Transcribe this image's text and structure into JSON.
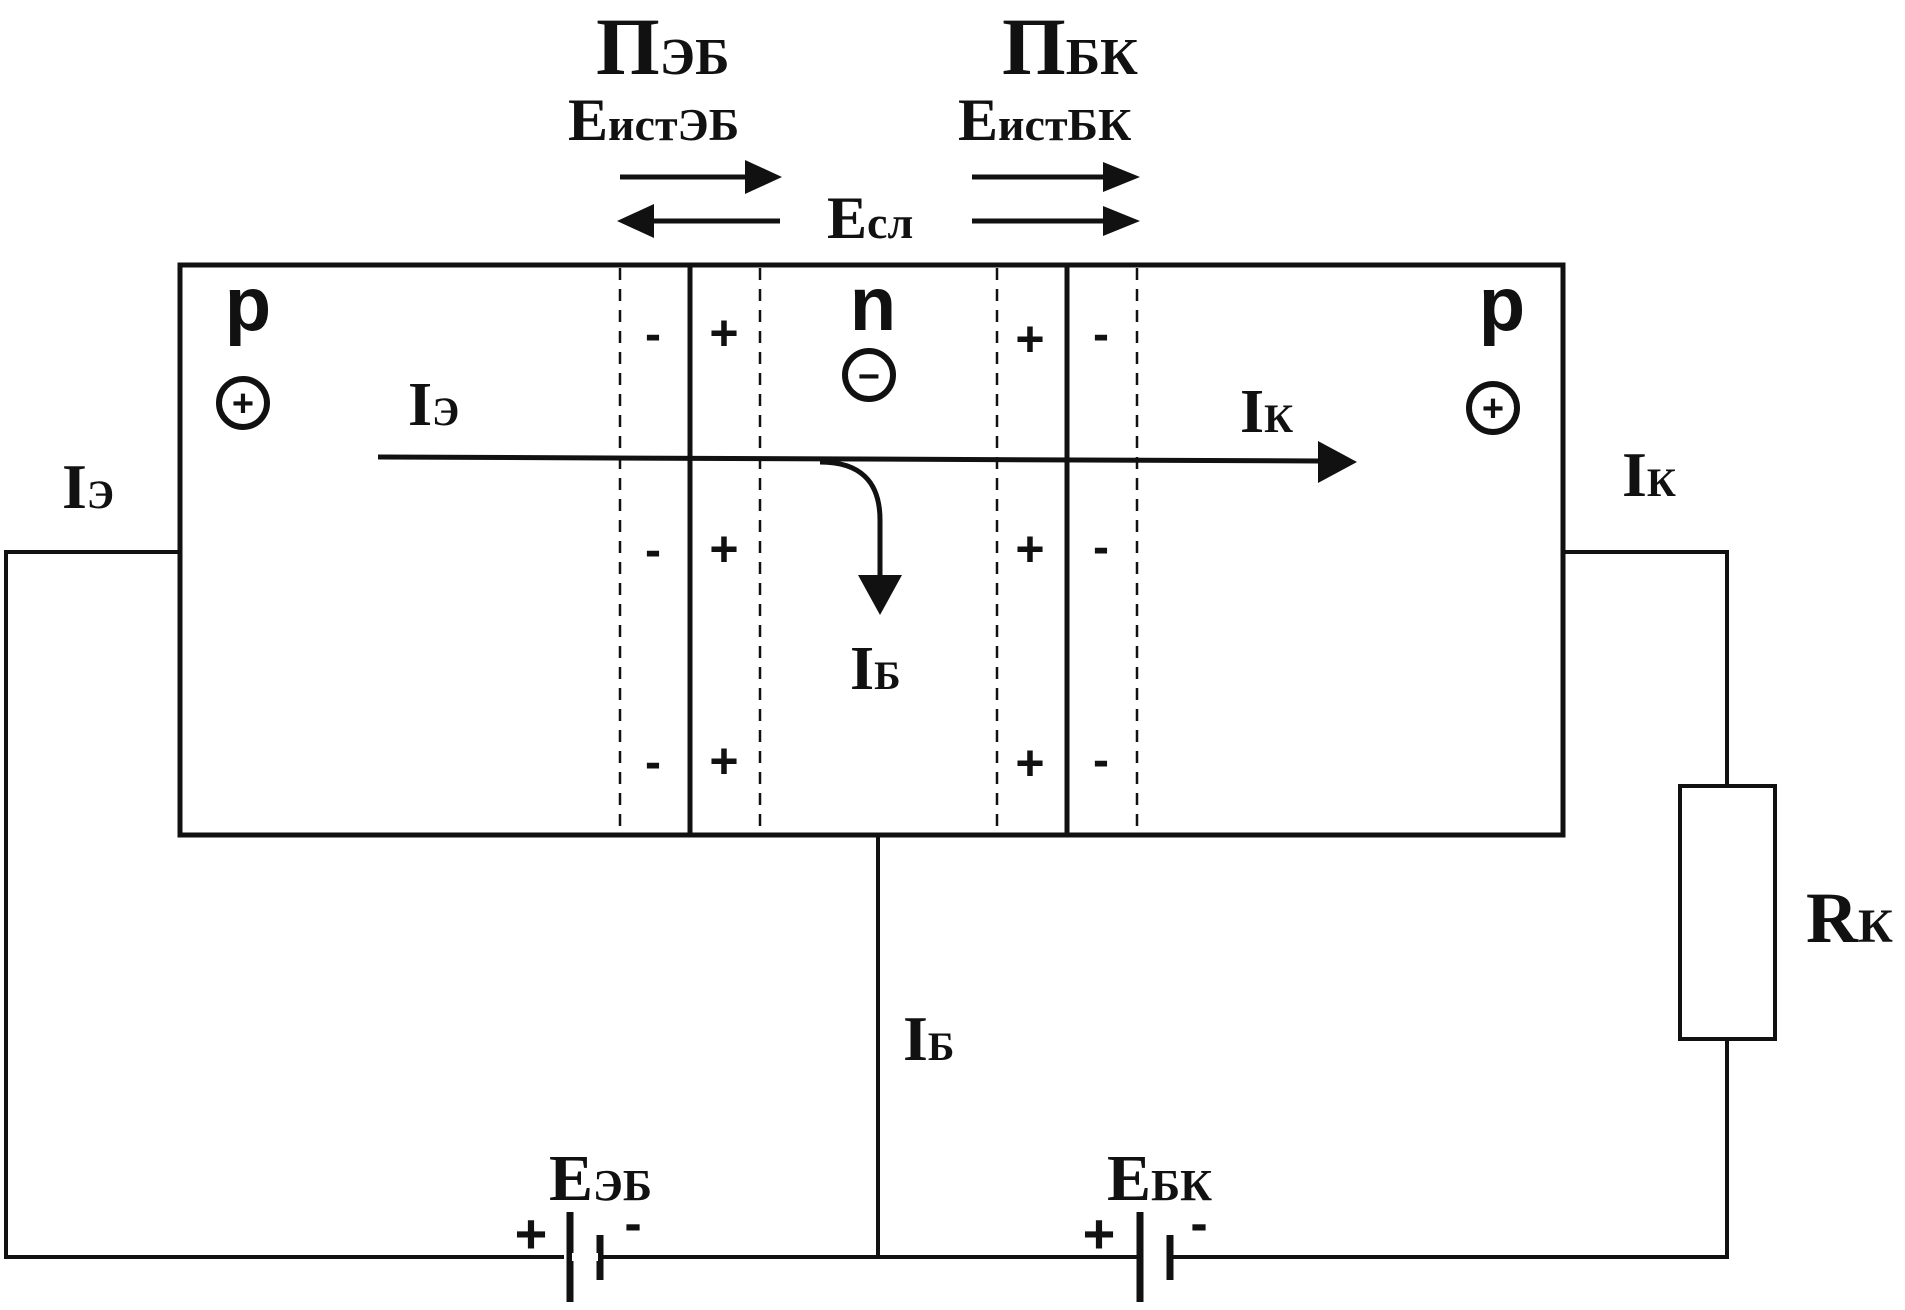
{
  "junctions": {
    "emitter_base": {
      "title_main": "П",
      "title_sub": "ЭБ",
      "field_main": "Е",
      "field_sub": "истЭБ"
    },
    "base_collector": {
      "title_main": "П",
      "title_sub": "БК",
      "field_main": "Е",
      "field_sub": "истБК"
    }
  },
  "field": {
    "main": "Е",
    "sub": "сл"
  },
  "regions": {
    "emitter": {
      "type": "p",
      "carrier": "+"
    },
    "base": {
      "type": "n",
      "carrier": "−"
    },
    "collector": {
      "type": "p",
      "carrier": "+"
    }
  },
  "charges": {
    "plus": "+",
    "minus": "-"
  },
  "currents": {
    "emitter_inside": {
      "main": "I",
      "sub": "Э"
    },
    "collector_inside": {
      "main": "I",
      "sub": "К"
    },
    "base_inside": {
      "main": "I",
      "sub": "Б"
    },
    "emitter_lead": {
      "main": "I",
      "sub": "Э"
    },
    "collector_lead": {
      "main": "I",
      "sub": "К"
    },
    "base_lead": {
      "main": "I",
      "sub": "Б"
    }
  },
  "resistor": {
    "main": "R",
    "sub": "К"
  },
  "sources": {
    "emitter_base": {
      "main": "Е",
      "sub": "ЭБ",
      "plus": "+",
      "minus": "-"
    },
    "base_collector": {
      "main": "Е",
      "sub": "БК",
      "plus": "+",
      "minus": "-"
    }
  }
}
